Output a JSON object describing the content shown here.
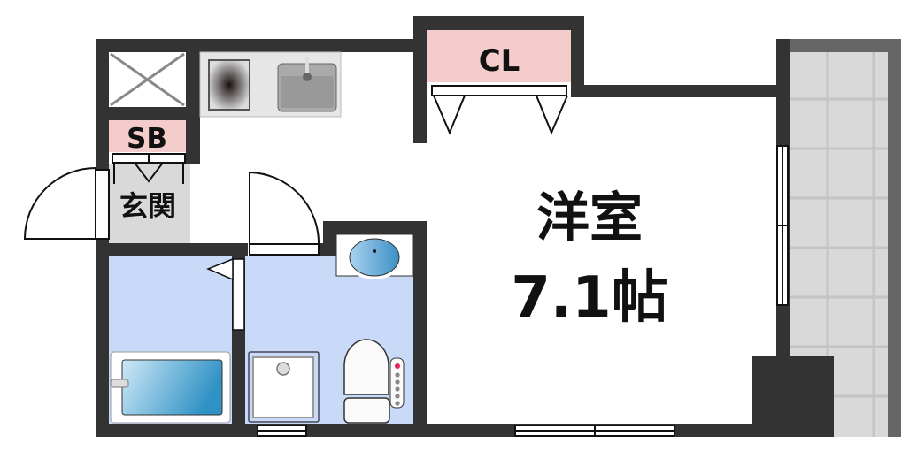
{
  "floor_plan": {
    "rooms": {
      "closet": "CL",
      "shoe_box": "SB",
      "entrance": "玄関",
      "western_room": "洋室",
      "western_room_size": "7.1帖"
    },
    "colors": {
      "wall": "#333333",
      "storage": "#f4cccc",
      "wet_area": "#c9daf8",
      "entrance_floor": "#d9d9d9",
      "balcony_floor": "#d9d9d9",
      "balcony_wall": "#666666"
    }
  }
}
